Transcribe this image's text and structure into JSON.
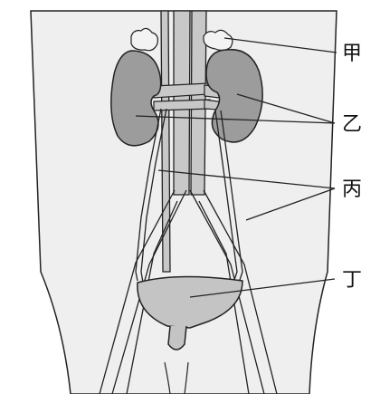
{
  "labels": {
    "jia": "甲",
    "yi": "乙",
    "bing": "丙",
    "ding": "丁"
  },
  "colors": {
    "body_fill": "#efefef",
    "organ_fill": "#9c9c9c",
    "vessel_fill": "#c8c8c8",
    "gland_fill": "#f3f3f3",
    "bladder_fill": "#c4c4c4",
    "line": "#222222"
  }
}
